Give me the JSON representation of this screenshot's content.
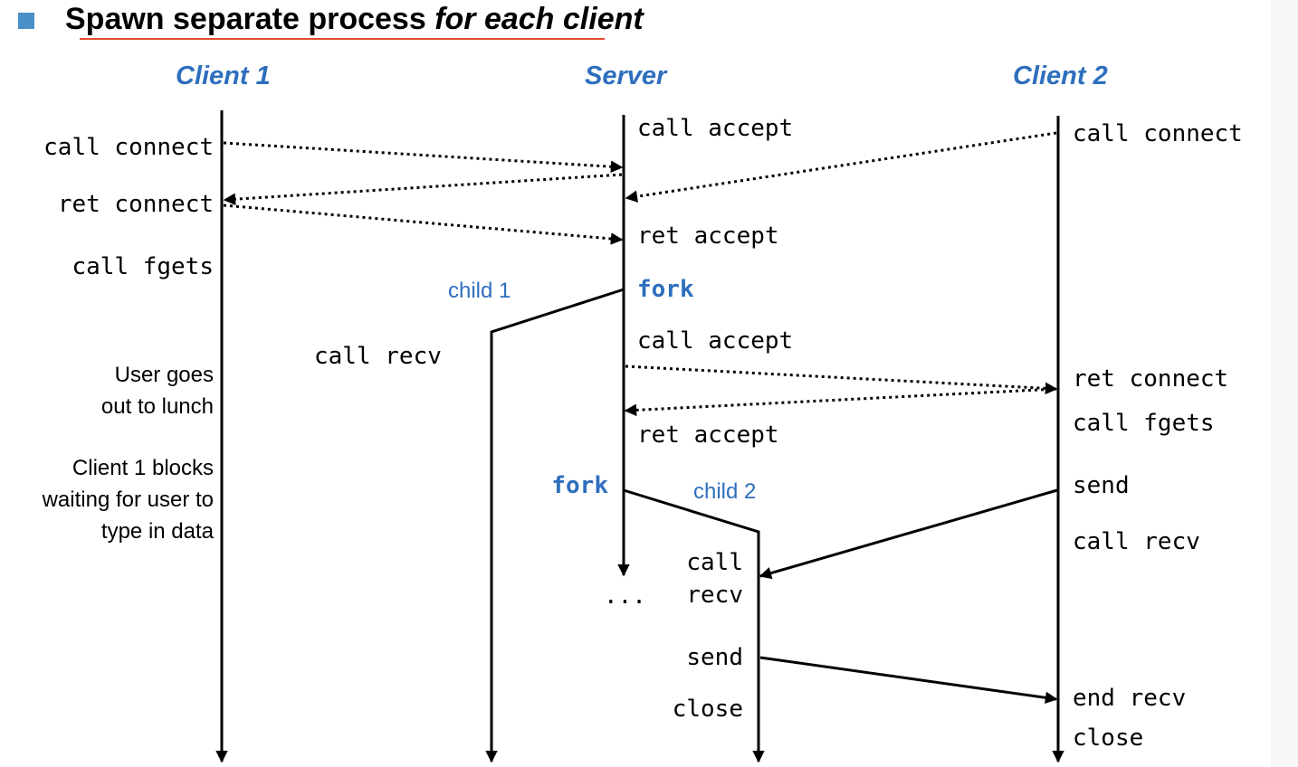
{
  "title": {
    "bullet_color": "#4a90c8",
    "text_plain": "Spawn separate process ",
    "text_italic": "for each client",
    "underline_color": "#e24a33"
  },
  "columns": {
    "client1": "Client 1",
    "server": "Server",
    "client2": "Client 2"
  },
  "client1_events": {
    "call_connect": "call connect",
    "ret_connect": "ret connect",
    "call_fgets": "call fgets"
  },
  "client1_notes": {
    "lunch_line1": "User goes",
    "lunch_line2": "out to lunch",
    "blocks_line1": "Client 1 blocks",
    "blocks_line2": "waiting for user to",
    "blocks_line3": "type in data"
  },
  "server_events": {
    "call_accept_1": "call accept",
    "ret_accept_1": "ret accept",
    "fork_1": "fork",
    "call_accept_2": "call accept",
    "ret_accept_2": "ret accept",
    "fork_2": "fork",
    "ellipsis": "..."
  },
  "child1": {
    "label": "child 1",
    "call_recv": "call recv"
  },
  "child2": {
    "label": "child 2",
    "call_recv_line1": "call",
    "call_recv_line2": "recv",
    "send": "send",
    "close": "close"
  },
  "client2_events": {
    "call_connect": "call connect",
    "ret_connect": "ret connect",
    "call_fgets": "call fgets",
    "send": "send",
    "call_recv": "call recv",
    "end_recv": "end recv",
    "close": "close"
  },
  "colors": {
    "accent_blue": "#2e6fbd",
    "line": "#000000"
  }
}
